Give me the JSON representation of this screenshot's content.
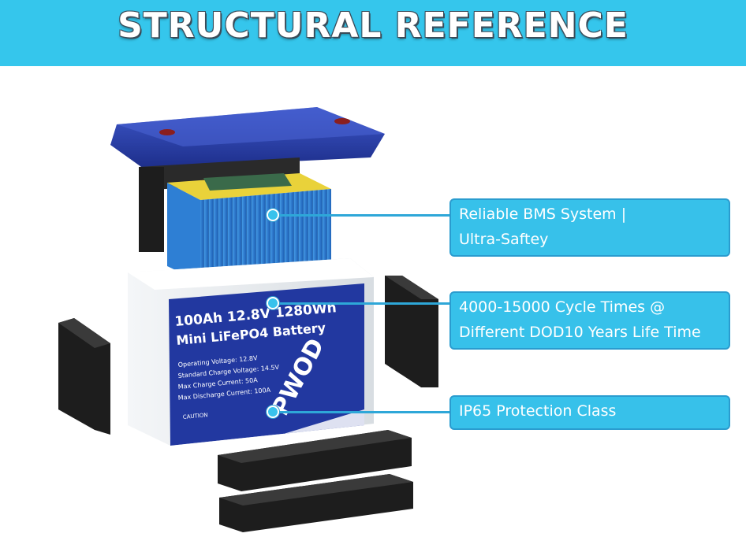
{
  "header": {
    "title": "STRUCTURAL REFERENCE"
  },
  "battery_label": {
    "line1": "100Ah 12.8V 1280Wh",
    "line2": "Mini LiFePO4 Battery",
    "specs": [
      "Operating Voltage: 12.8V",
      "Standard Charge Voltage: 14.5V",
      "Max Charge Current: 50A",
      "Max Discharge Current: 100A"
    ],
    "caution": "CAUTION",
    "brand": "PWOD"
  },
  "callouts": [
    {
      "lines": [
        "Reliable BMS System |",
        "Ultra-Saftey"
      ]
    },
    {
      "lines": [
        "4000-15000 Cycle Times @",
        "Different DOD10 Years Life Time"
      ]
    },
    {
      "lines": [
        "IP65 Protection Class"
      ]
    }
  ],
  "colors": {
    "header_bg": "#35c6ec",
    "callout_bg": "#37c1ea",
    "leader": "#2ea7d8",
    "lid": "#2a3fa8",
    "label_blue": "#2238a0",
    "foam": "#1f1f1f",
    "cells": "#3a8ee0"
  }
}
